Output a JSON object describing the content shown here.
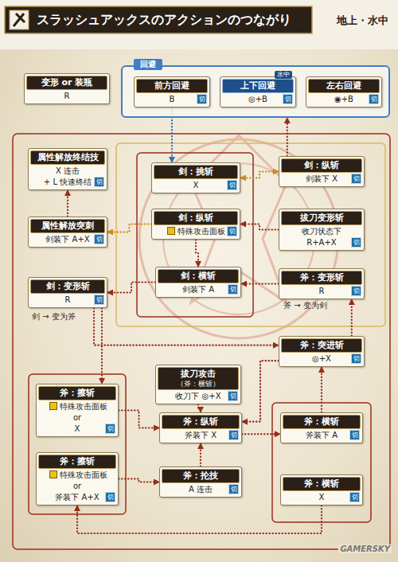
{
  "diagram": {
    "title": "スラッシュアックスのアクションのつながり",
    "nodes": [
      {
        "text": [
          "变形 or 装瓶",
          "R"
        ]
      },
      {
        "text": [
          "回避"
        ]
      },
      {
        "text": [
          "前方回避",
          "B",
          "切"
        ],
        "in": 1
      },
      {
        "text": [
          "上下回避",
          "水中",
          "◎+B",
          "切"
        ],
        "in": 1
      },
      {
        "text": [
          "左右回避",
          "◉+B",
          "切"
        ],
        "in": 1
      },
      {
        "text": [
          "属性解放终结技",
          "X 连击",
          "+ L 快速终结",
          "切"
        ]
      },
      {
        "text": [
          "属性解放突刺",
          "剑装下 A+X",
          "切"
        ]
      },
      {
        "text": [
          "剑：变形斩",
          "R",
          "切"
        ]
      },
      {
        "text": [
          "剑：挑斩",
          "X",
          "切"
        ]
      },
      {
        "text": [
          "剑：纵斩",
          "特殊攻击面板",
          "切"
        ]
      },
      {
        "text": [
          "剑：横斩",
          "剑装下 A",
          "切"
        ]
      },
      {
        "text": [
          "剑：纵斩",
          "剑装下 X",
          "切"
        ]
      },
      {
        "text": [
          "拔刀变形斩",
          "收刀状态下",
          "R+A+X",
          "切"
        ]
      },
      {
        "text": [
          "斧：变形斩",
          "R",
          "切"
        ]
      },
      {
        "text": [
          "斧：突进斩",
          "◎+X",
          "切"
        ]
      },
      {
        "text": [
          "拔刀攻击",
          "（斧：横斩）",
          "收刀下 ◎+X",
          "切"
        ]
      },
      {
        "text": [
          "斧：擦斩",
          "特殊攻击面板",
          "or",
          "X",
          "切"
        ]
      },
      {
        "text": [
          "斧：擦斩",
          "特殊攻击面板",
          "or",
          "斧装下 A+X",
          "切"
        ]
      },
      {
        "text": [
          "斧：纵斩",
          "斧装下 X",
          "切"
        ]
      },
      {
        "text": [
          "斧：抡技",
          "A 连击",
          "切"
        ]
      },
      {
        "text": [
          "斧：横斩",
          "斧装下 A",
          "切"
        ]
      },
      {
        "text": [
          "斧：横斩",
          "X",
          "切"
        ]
      }
    ],
    "edges": [
      {
        "from": 2,
        "to": 8,
        "arrow": "to"
      },
      {
        "from": 11,
        "to": 1,
        "arrow": "to"
      },
      {
        "from": 8,
        "to": 11,
        "arrow": "both"
      },
      {
        "from": 12,
        "to": 9,
        "arrow": "to"
      },
      {
        "from": 13,
        "to": 10,
        "arrow": "to"
      },
      {
        "from": 9,
        "to": 10,
        "arrow": "to"
      },
      {
        "from": 9,
        "to": 6,
        "arrow": "to"
      },
      {
        "from": 6,
        "to": 5,
        "arrow": "to"
      },
      {
        "from": 10,
        "to": 7,
        "arrow": "to"
      },
      {
        "from": 7,
        "to": 16,
        "arrow": "to"
      },
      {
        "from": 7,
        "to": 14,
        "arrow": "to"
      },
      {
        "from": 14,
        "to": 13,
        "arrow": "to"
      },
      {
        "from": 15,
        "to": 18,
        "arrow": "to"
      },
      {
        "from": 14,
        "to": 18,
        "arrow": "to"
      },
      {
        "from": 16,
        "to": 18,
        "arrow": "to"
      },
      {
        "from": 17,
        "to": 19,
        "arrow": "to"
      },
      {
        "from": 19,
        "to": 18,
        "arrow": "to"
      },
      {
        "from": 18,
        "to": 20,
        "arrow": "to"
      },
      {
        "from": 20,
        "to": 14,
        "arrow": "to"
      },
      {
        "from": 21,
        "to": 17,
        "arrow": "to"
      }
    ],
    "labels": [
      "地上・水中",
      "剑 → 变为斧",
      "斧 → 变为剑",
      "GAMERSKY"
    ]
  }
}
